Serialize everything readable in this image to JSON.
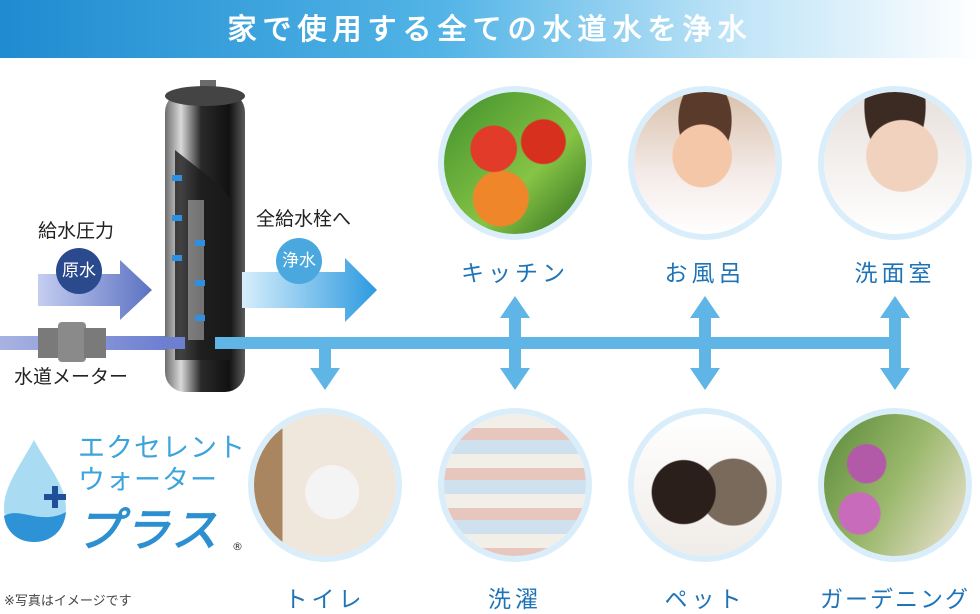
{
  "header": {
    "title": "家で使用する全ての水道水を浄水"
  },
  "left": {
    "pressure_label": "給水圧力",
    "raw_water_badge": "原水",
    "meter_label": "水道メーター",
    "outlet_label": "全給水栓へ",
    "purified_badge": "浄水"
  },
  "brand": {
    "line1": "エクセレント",
    "line2": "ウォーター",
    "line3": "プラス",
    "registered": "®"
  },
  "uses_top": [
    {
      "label": "キッチン",
      "icon": "vegetables-photo"
    },
    {
      "label": "お風呂",
      "icon": "child-in-bath-photo"
    },
    {
      "label": "洗面室",
      "icon": "woman-washing-face-photo"
    }
  ],
  "uses_bottom": [
    {
      "label": "トイレ",
      "icon": "toilet-photo"
    },
    {
      "label": "洗濯",
      "icon": "laundry-towels-photo"
    },
    {
      "label": "ペット",
      "icon": "puppy-and-kitten-photo"
    },
    {
      "label": "ガーデニング",
      "icon": "flowers-garden-photo"
    }
  ],
  "footnote": "※写真はイメージです",
  "colors": {
    "pipe": "#5fb6e6",
    "accent": "#1f74b8",
    "raw_arrow": "#7c8fcc",
    "badge_dark": "#2b4a8e",
    "badge_light": "#4aa8de"
  }
}
